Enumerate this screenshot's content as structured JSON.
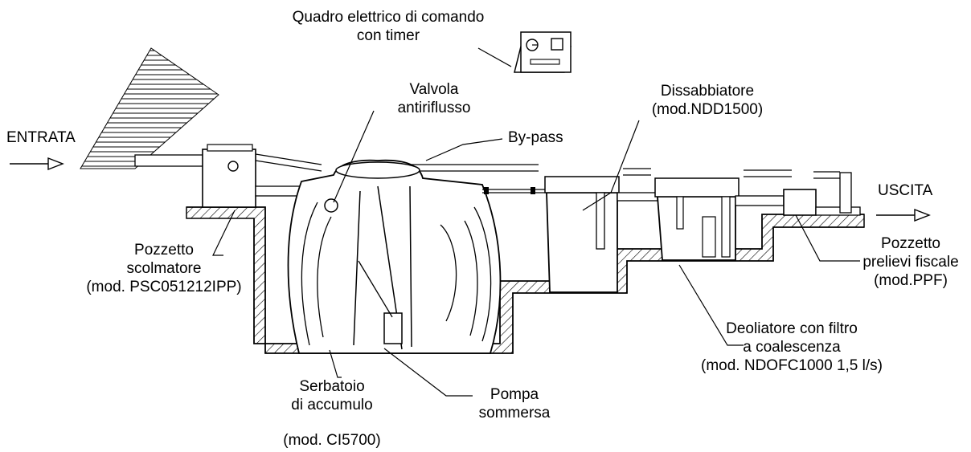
{
  "labels": {
    "quadro_line1": "Quadro elettrico di comando",
    "quadro_line2": "con timer",
    "valvola_line1": "Valvola",
    "valvola_line2": "antiriflusso",
    "dissabbiatore_line1": "Dissabbiatore",
    "dissabbiatore_line2": "(mod.NDD1500)",
    "bypass": "By-pass",
    "entrata": "ENTRATA",
    "uscita": "USCITA",
    "pozzetto_scolmatore_line1": "Pozzetto",
    "pozzetto_scolmatore_line2": "scolmatore",
    "pozzetto_scolmatore_line3": "(mod. PSC051212IPP)",
    "pozzetto_prelievi_line1": "Pozzetto",
    "pozzetto_prelievi_line2": "prelievi fiscale",
    "pozzetto_prelievi_line3": "(mod.PPF)",
    "deoliatore_line1": "Deoliatore con filtro",
    "deoliatore_line2": "a coalescenza",
    "deoliatore_line3": "(mod. NDOFC1000 1,5 l/s)",
    "serbatoio_line1": "Serbatoio",
    "serbatoio_line2": "di accumulo",
    "serbatoio_line3": "(mod. CI5700)",
    "pompa_line1": "Pompa",
    "pompa_line2": "sommersa"
  }
}
